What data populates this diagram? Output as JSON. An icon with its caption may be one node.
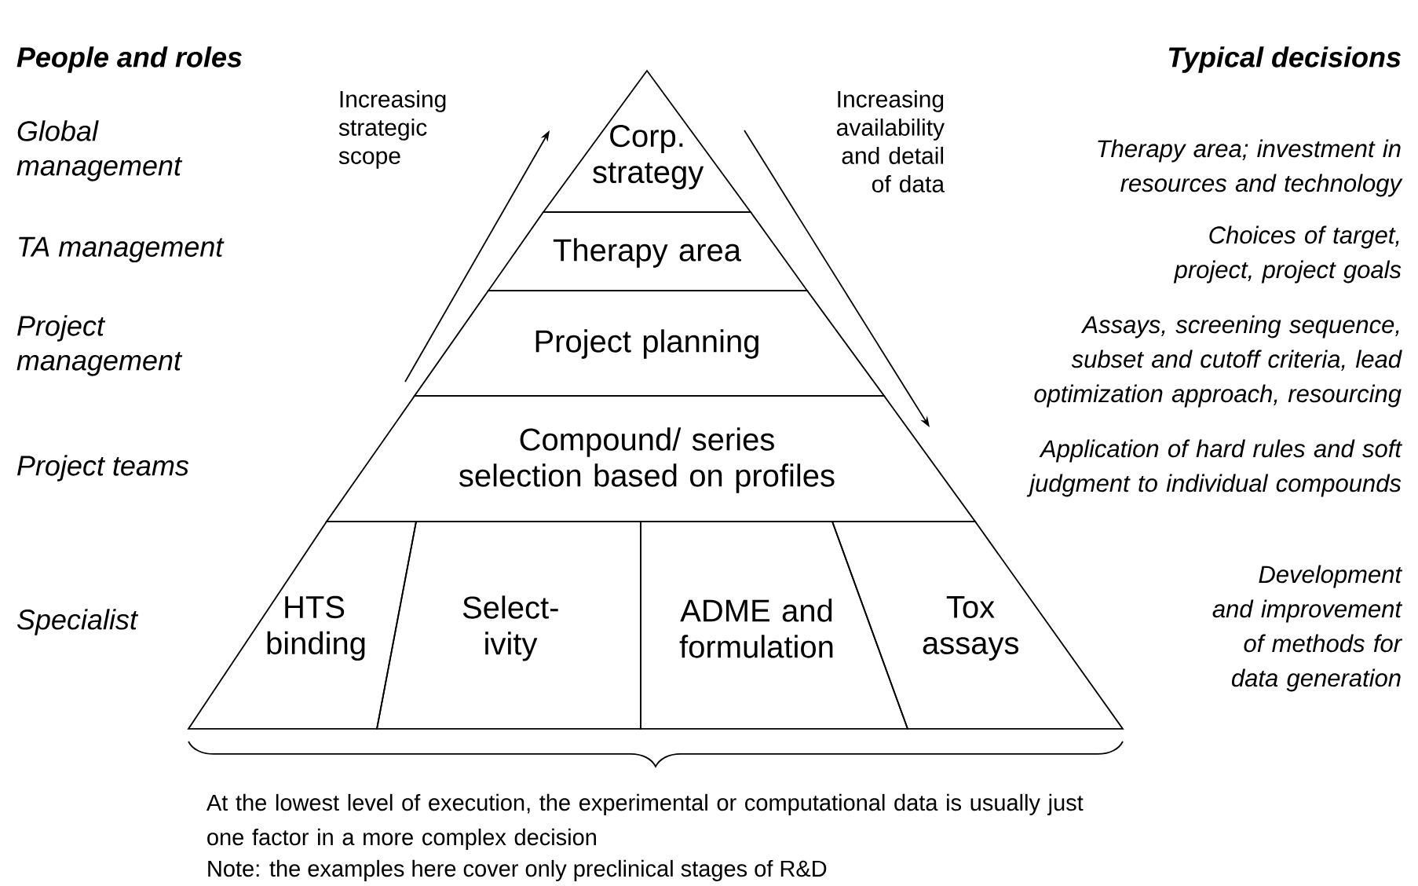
{
  "diagram": {
    "nodes": [
      {
        "text": [
          "Corp. strategy"
        ]
      },
      {
        "text": [
          "Therapy area"
        ]
      },
      {
        "text": [
          "Project planning"
        ]
      },
      {
        "text": [
          "Compound/ series selection based on profiles"
        ]
      },
      {
        "text": [
          "HTS binding"
        ]
      },
      {
        "text": [
          "Select- ivity"
        ]
      },
      {
        "text": [
          "ADME and formulation"
        ]
      },
      {
        "text": [
          "Tox assays"
        ]
      }
    ],
    "labels": [
      "People and roles",
      "Typical decisions",
      "Global management",
      "TA management",
      "Project management",
      "Project teams",
      "Specialist",
      "Increasing strategic scope",
      "Increasing availability and detail of data",
      "Therapy area; investment in resources and technology",
      "Choices of target, project, project goals",
      "Assays, screening sequence, subset and cutoff criteria, lead optimization approach, resourcing",
      "Application of hard rules and soft judgment to individual compounds",
      "Development and improvement of methods for data generation",
      "At the lowest level of execution, the experimental or computational data is usually just one factor in a more complex decision",
      "Note: the examples here cover only preclinical stages of R&D"
    ]
  }
}
